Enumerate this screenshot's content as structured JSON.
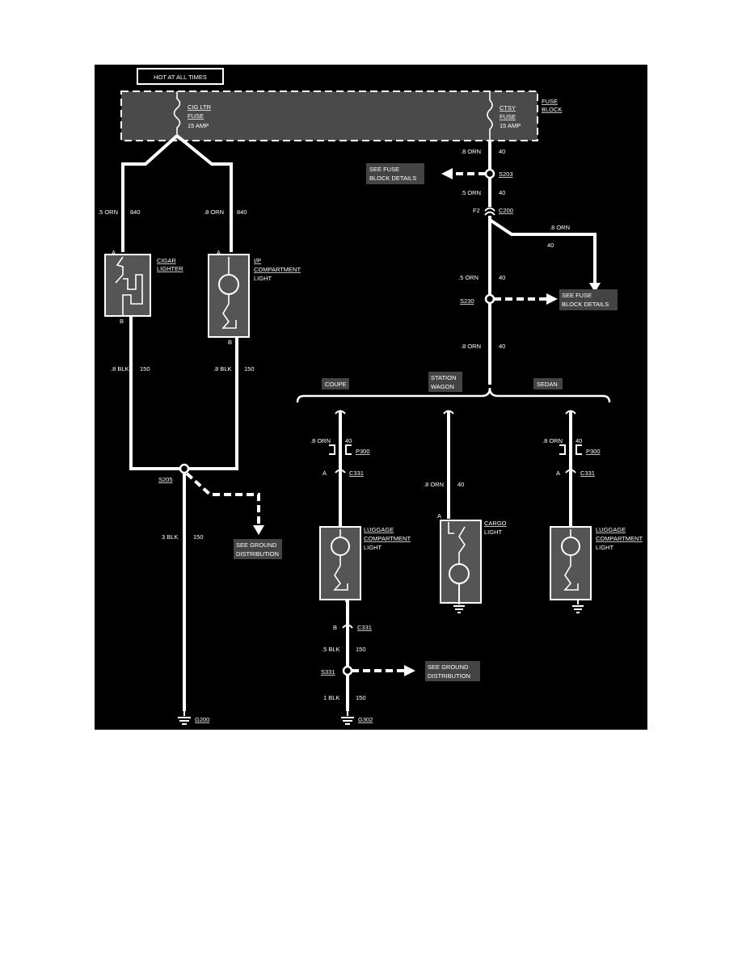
{
  "header": {
    "hot_label": "HOT AT ALL TIMES"
  },
  "fuse_block": {
    "label_line1": "FUSE",
    "label_line2": "BLOCK",
    "left_fuse": [
      "CIG LTR",
      "FUSE",
      "15 AMP"
    ],
    "right_fuse": [
      "CTSY",
      "FUSE",
      "15 AMP"
    ]
  },
  "wires": {
    "orn_05_left": ".5 ORN",
    "orn_08_left": ".8 ORN",
    "circ_840": "840",
    "blk_08": ".8 BLK",
    "circ_150": "150",
    "blk_3": "3 BLK",
    "orn_08": ".8 ORN",
    "orn_05": ".5 ORN",
    "circ_40": "40",
    "blk_05": ".5 BLK",
    "blk_1": "1 BLK"
  },
  "components": {
    "cigar_lighter": [
      "CIGAR",
      "LIGHTER"
    ],
    "ip_light": [
      "I/P",
      "COMPARTMENT",
      "LIGHT"
    ],
    "luggage_light": [
      "LUGGAGE",
      "COMPARTMENT",
      "LIGHT"
    ],
    "cargo_light": [
      "CARGO",
      "LIGHT"
    ]
  },
  "pins": {
    "a": "A",
    "b": "B",
    "f2": "F2"
  },
  "splices": {
    "s203": "S203",
    "s205": "S205",
    "s230": "S230",
    "s331": "S331"
  },
  "connectors": {
    "c200": "C200",
    "c331": "C331",
    "p300": "P300"
  },
  "grounds": {
    "g200": "G200",
    "g302": "G302"
  },
  "references": {
    "fuse_details": [
      "SEE FUSE",
      "BLOCK DETAILS"
    ],
    "ground_dist": [
      "SEE GROUND",
      "DISTRIBUTION"
    ]
  },
  "variants": {
    "coupe": "COUPE",
    "wagon": [
      "STATION",
      "WAGON"
    ],
    "sedan": "SEDAN"
  },
  "colors": {
    "background": "#000000",
    "wire": "#ffffff",
    "fill": "#555555"
  }
}
